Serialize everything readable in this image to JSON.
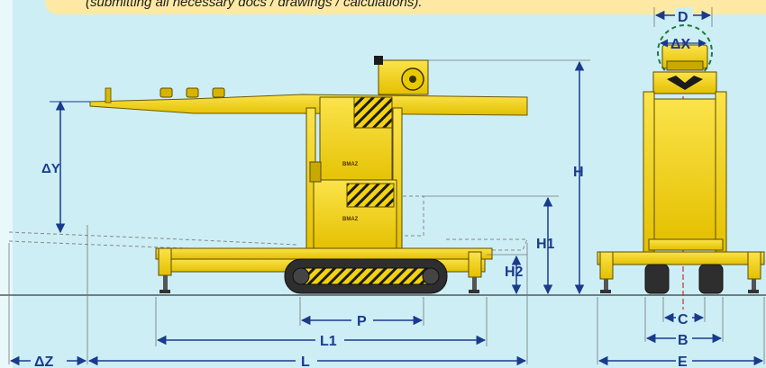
{
  "banner": {
    "text": "(submitting all necessary docs / drawings / calculations)."
  },
  "brand": {
    "logo": "BMAZ"
  },
  "dimensions": {
    "delta_y": "ΔY",
    "h": "H",
    "h1": "H1",
    "h2": "H2",
    "p": "P",
    "l1": "L1",
    "l": "L",
    "delta_z": "ΔZ",
    "d": "D",
    "delta_x": "ΔX",
    "c": "C",
    "b": "B",
    "e": "E"
  },
  "colors": {
    "machine_yellow": "#f3d311",
    "track_dark": "#2e2e2e",
    "dimension_blue": "#1a3a8c",
    "axis_red": "#d62a2a",
    "banner_fill": "#fde9a3",
    "background": "#cdeef5"
  }
}
